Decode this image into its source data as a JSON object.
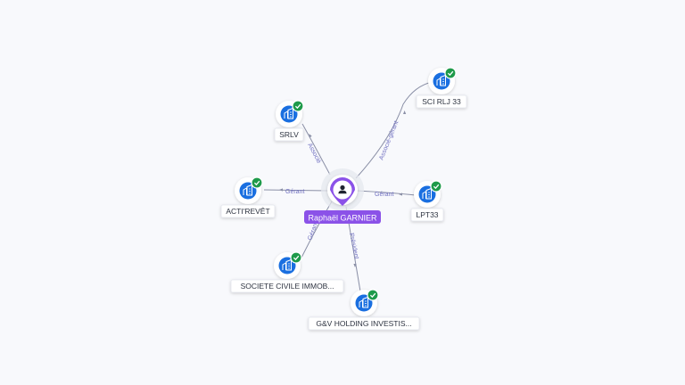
{
  "center": {
    "name": "Raphaël GARNIER",
    "icon": "person-icon"
  },
  "companies": [
    {
      "id": "srlv",
      "name": "SRLV",
      "relation": "Associé",
      "icon": "building-icon",
      "status": "check-badge-icon"
    },
    {
      "id": "acti",
      "name": "ACTI'REVÊT",
      "relation": "Gérant",
      "icon": "building-icon",
      "status": "check-badge-icon"
    },
    {
      "id": "sci",
      "name": "SOCIETE CIVILE IMMOB...",
      "relation": "Gérant",
      "icon": "building-icon",
      "status": "check-badge-icon"
    },
    {
      "id": "gv",
      "name": "G&V HOLDING INVESTIS...",
      "relation": "Président",
      "icon": "building-icon",
      "status": "check-badge-icon"
    },
    {
      "id": "lpt",
      "name": "LPT33",
      "relation": "Gérant",
      "icon": "building-icon",
      "status": "check-badge-icon"
    },
    {
      "id": "rlj",
      "name": "SCI RLJ 33",
      "relation": "Associé-gérant",
      "icon": "building-icon",
      "status": "check-badge-icon"
    }
  ],
  "colors": {
    "accent": "#8b52e8",
    "company_icon": "#1a6fe0",
    "status_ok": "#1e9a4a",
    "edge": "#8a8fa6",
    "edge_label": "#6f6fc0"
  }
}
